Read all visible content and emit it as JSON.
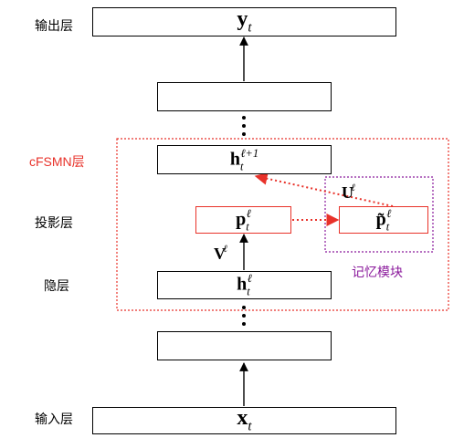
{
  "labels": {
    "output_layer": "输出层",
    "cfsmn_layer": "cFSMN层",
    "projection_layer": "投影层",
    "hidden_layer": "隐层",
    "input_layer": "输入层",
    "memory_block": "记忆模块"
  },
  "nodes": {
    "y": {
      "symbol": "y",
      "sub": "t",
      "sup": ""
    },
    "h_next": {
      "symbol": "h",
      "sub": "t",
      "sup": "ℓ+1"
    },
    "p": {
      "symbol": "p",
      "sub": "t",
      "sup": "ℓ"
    },
    "p_tilde": {
      "symbol": "p̃",
      "sub": "t",
      "sup": "ℓ"
    },
    "h": {
      "symbol": "h",
      "sub": "t",
      "sup": "ℓ"
    },
    "x": {
      "symbol": "x",
      "sub": "t",
      "sup": ""
    }
  },
  "weights": {
    "V": {
      "symbol": "V",
      "sup": "ℓ"
    },
    "U": {
      "symbol": "U",
      "sup": "ℓ"
    }
  },
  "colors": {
    "red": "#e8322a",
    "purple": "#8b1a9c",
    "black": "#000000"
  }
}
